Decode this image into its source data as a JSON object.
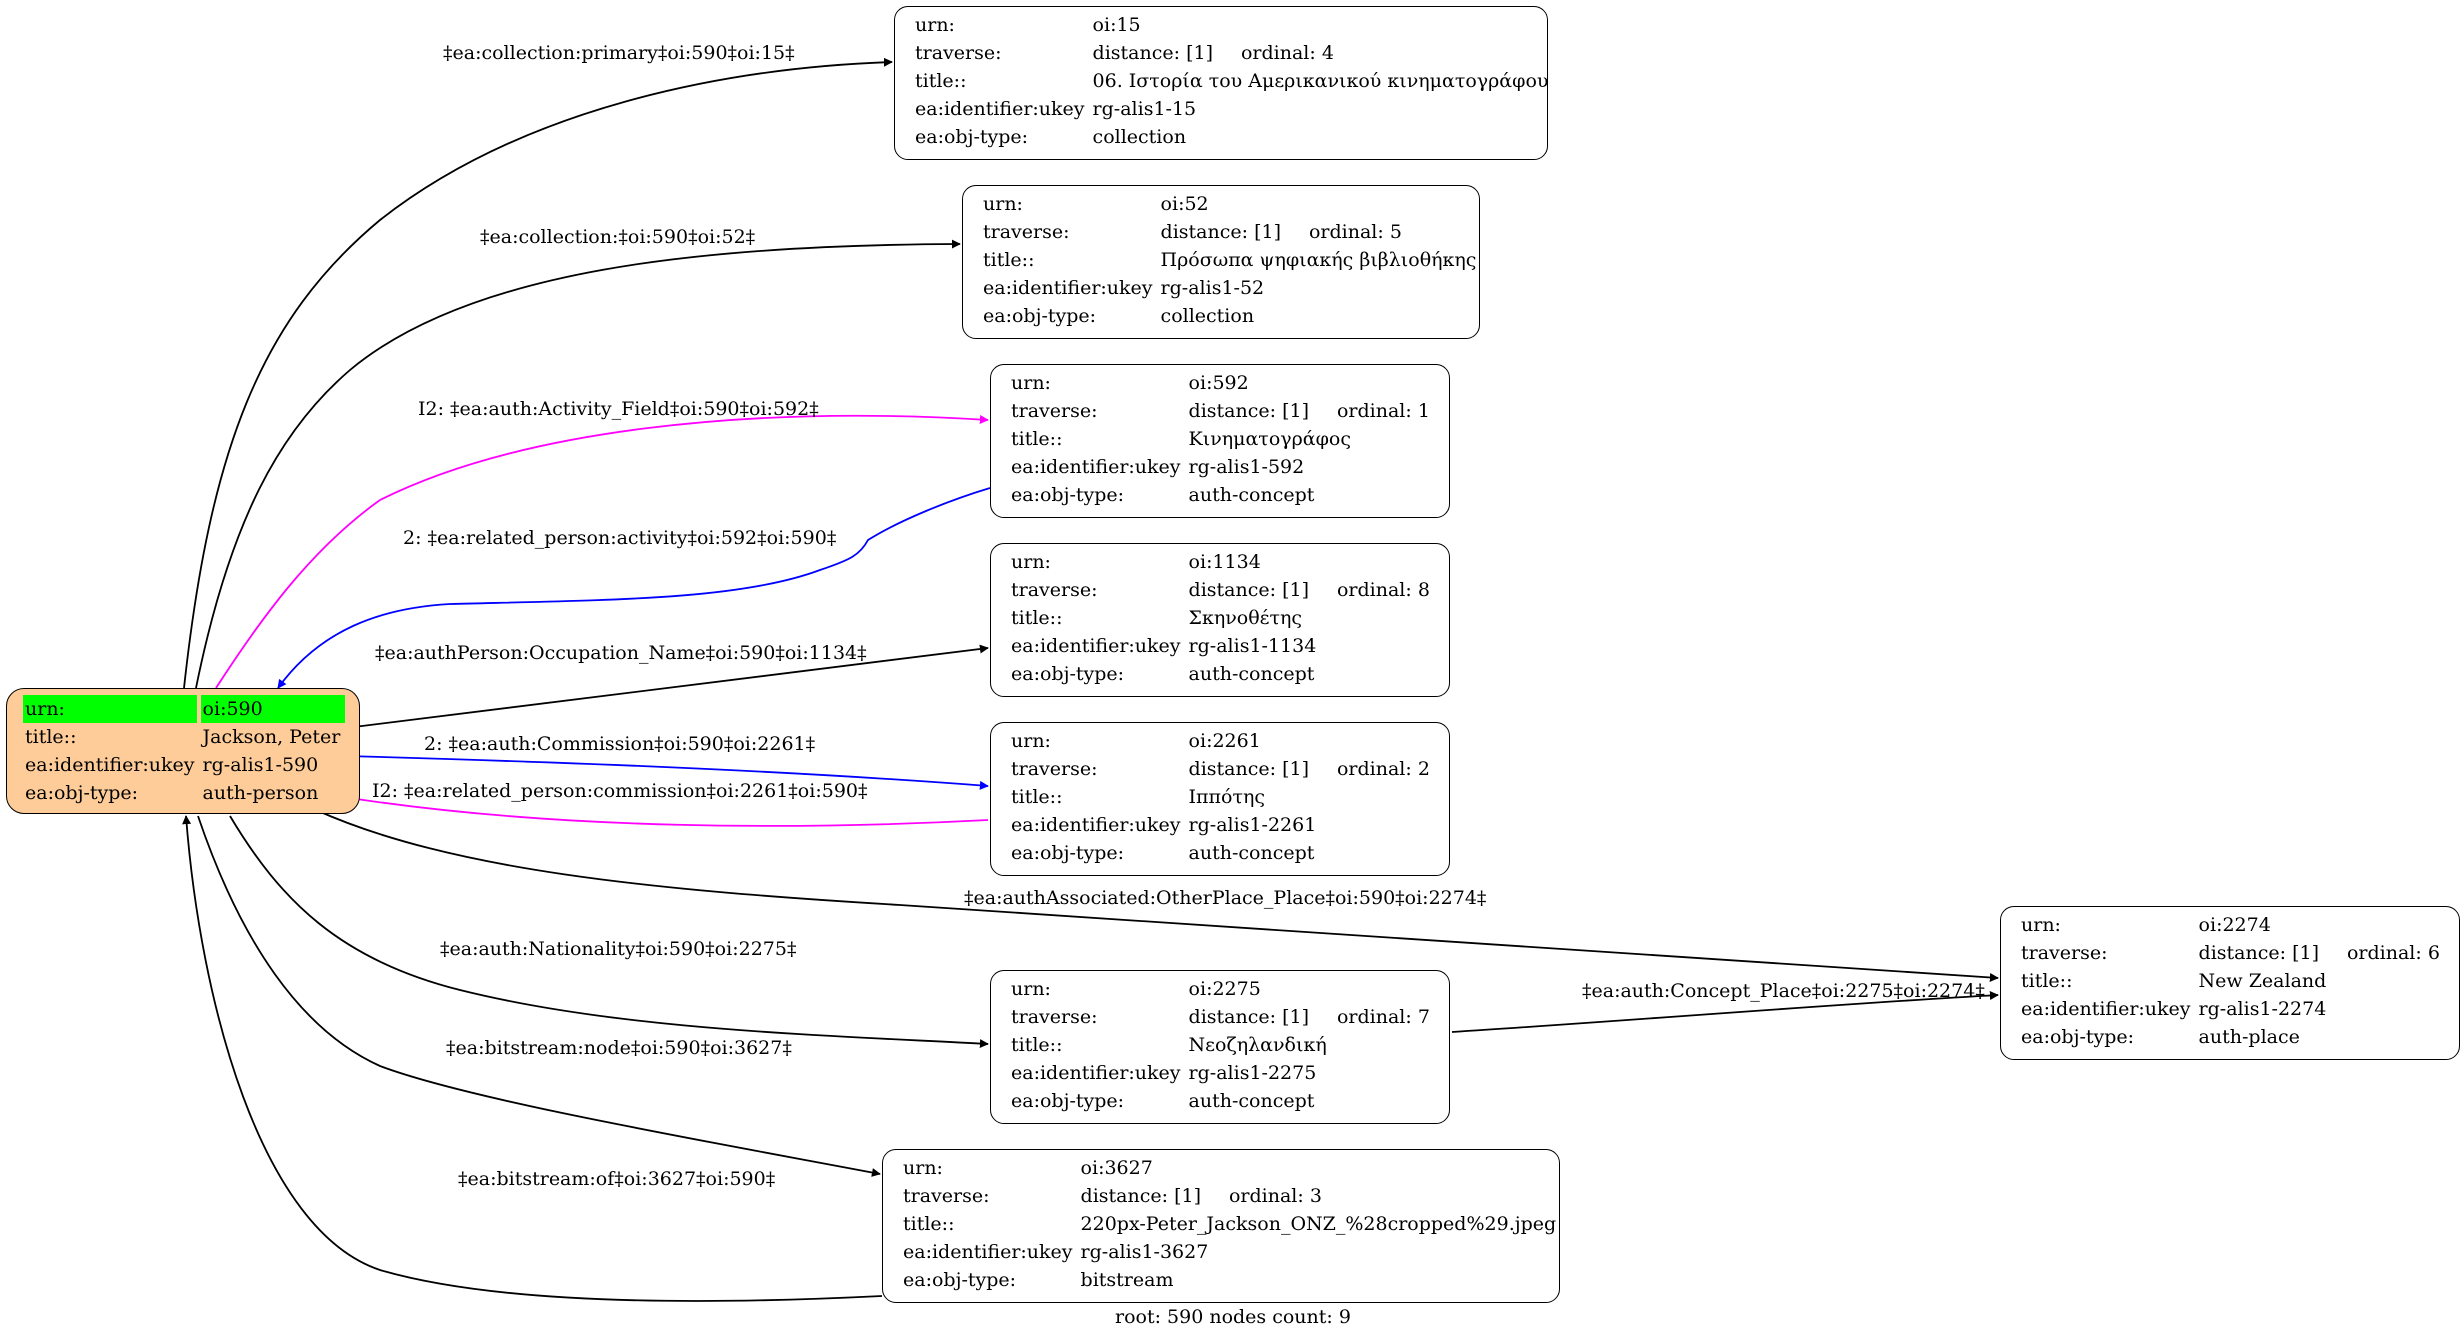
{
  "root_node": {
    "rows": [
      {
        "key": "urn:",
        "value": "oi:590"
      },
      {
        "key": "title::",
        "value": "Jackson, Peter"
      },
      {
        "key": "ea:identifier:ukey",
        "value": "rg-alis1-590"
      },
      {
        "key": "ea:obj-type:",
        "value": "auth-person"
      }
    ],
    "fill_color": "#fecc99",
    "highlight_color": "#00ff00"
  },
  "nodes": [
    {
      "id": "oi15",
      "urn": "oi:15",
      "distance": "distance: [1]",
      "ordinal": "ordinal: 4",
      "title": "06. Ιστορία του Αμερικανικού κινηματογράφου",
      "ukey": "rg-alis1-15",
      "obj_type": "collection"
    },
    {
      "id": "oi52",
      "urn": "oi:52",
      "distance": "distance: [1]",
      "ordinal": "ordinal: 5",
      "title": "Πρόσωπα ψηφιακής βιβλιοθήκης",
      "ukey": "rg-alis1-52",
      "obj_type": "collection"
    },
    {
      "id": "oi592",
      "urn": "oi:592",
      "distance": "distance: [1]",
      "ordinal": "ordinal: 1",
      "title": "Κινηματογράφος",
      "ukey": "rg-alis1-592",
      "obj_type": "auth-concept"
    },
    {
      "id": "oi1134",
      "urn": "oi:1134",
      "distance": "distance: [1]",
      "ordinal": "ordinal: 8",
      "title": "Σκηνοθέτης",
      "ukey": "rg-alis1-1134",
      "obj_type": "auth-concept"
    },
    {
      "id": "oi2261",
      "urn": "oi:2261",
      "distance": "distance: [1]",
      "ordinal": "ordinal: 2",
      "title": "Ιππότης",
      "ukey": "rg-alis1-2261",
      "obj_type": "auth-concept"
    },
    {
      "id": "oi2275",
      "urn": "oi:2275",
      "distance": "distance: [1]",
      "ordinal": "ordinal: 7",
      "title": "Νεοζηλανδική",
      "ukey": "rg-alis1-2275",
      "obj_type": "auth-concept"
    },
    {
      "id": "oi3627",
      "urn": "oi:3627",
      "distance": "distance: [1]",
      "ordinal": "ordinal: 3",
      "title": "220px-Peter_Jackson_ONZ_%28cropped%29.jpeg",
      "ukey": "rg-alis1-3627",
      "obj_type": "bitstream"
    },
    {
      "id": "oi2274",
      "urn": "oi:2274",
      "distance": "distance: [1]",
      "ordinal": "ordinal: 6",
      "title": "New Zealand",
      "ukey": "rg-alis1-2274",
      "obj_type": "auth-place"
    }
  ],
  "row_keys": {
    "urn": "urn:",
    "traverse": "traverse:",
    "title": "title::",
    "ukey": "ea:identifier:ukey",
    "obj_type": "ea:obj-type:"
  },
  "edges": [
    {
      "from": "oi590",
      "to": "oi15",
      "label": "‡ea:collection:primary‡oi:590‡oi:15‡",
      "color": "#000000"
    },
    {
      "from": "oi590",
      "to": "oi52",
      "label": "‡ea:collection:‡oi:590‡oi:52‡",
      "color": "#000000"
    },
    {
      "from": "oi590",
      "to": "oi592",
      "label": "I2: ‡ea:auth:Activity_Field‡oi:590‡oi:592‡",
      "color": "#ff00ff"
    },
    {
      "from": "oi592",
      "to": "oi590",
      "label": "2: ‡ea:related_person:activity‡oi:592‡oi:590‡",
      "color": "#0000ff"
    },
    {
      "from": "oi590",
      "to": "oi1134",
      "label": "‡ea:authPerson:Occupation_Name‡oi:590‡oi:1134‡",
      "color": "#000000"
    },
    {
      "from": "oi590",
      "to": "oi2261",
      "label": "2: ‡ea:auth:Commission‡oi:590‡oi:2261‡",
      "color": "#0000ff"
    },
    {
      "from": "oi2261",
      "to": "oi590",
      "label": "I2: ‡ea:related_person:commission‡oi:2261‡oi:590‡",
      "color": "#ff00ff"
    },
    {
      "from": "oi590",
      "to": "oi2274",
      "label": "‡ea:authAssociated:OtherPlace_Place‡oi:590‡oi:2274‡",
      "color": "#000000"
    },
    {
      "from": "oi590",
      "to": "oi2275",
      "label": "‡ea:auth:Nationality‡oi:590‡oi:2275‡",
      "color": "#000000"
    },
    {
      "from": "oi2275",
      "to": "oi2274",
      "label": "‡ea:auth:Concept_Place‡oi:2275‡oi:2274‡",
      "color": "#000000"
    },
    {
      "from": "oi590",
      "to": "oi3627",
      "label": "‡ea:bitstream:node‡oi:590‡oi:3627‡",
      "color": "#000000"
    },
    {
      "from": "oi3627",
      "to": "oi590",
      "label": "‡ea:bitstream:of‡oi:3627‡oi:590‡",
      "color": "#000000"
    }
  ],
  "footer": "root: 590 nodes count: 9"
}
